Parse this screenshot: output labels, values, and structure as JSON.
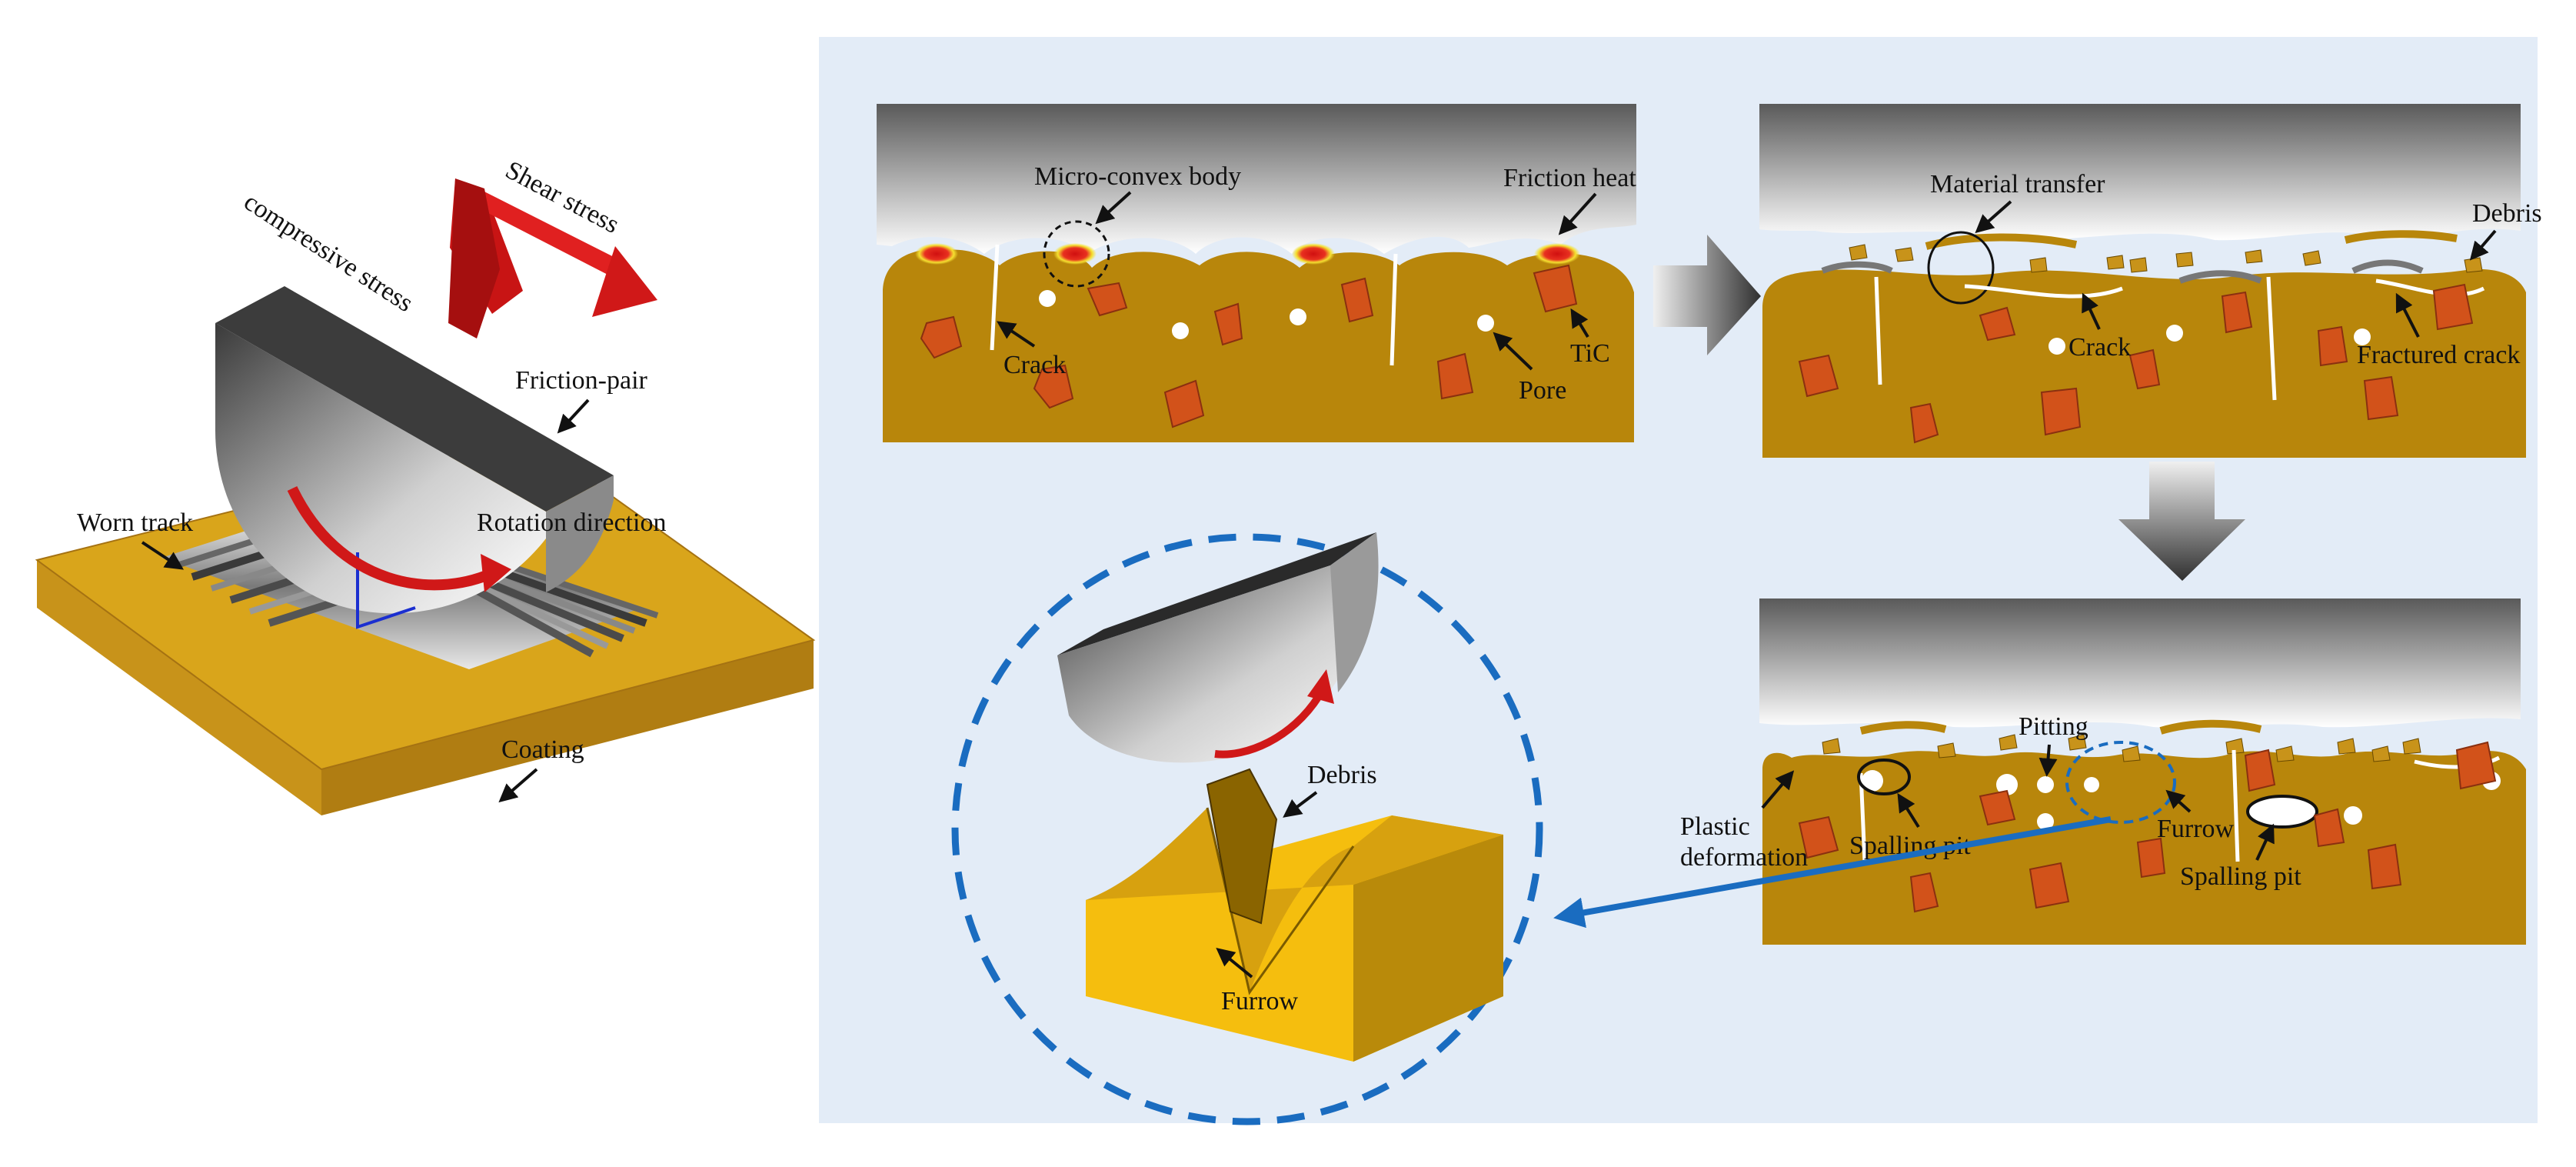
{
  "left_panel": {
    "shear_stress": "Shear stress",
    "compressive_stress": "compressive stress",
    "friction_pair": "Friction-pair",
    "worn_track": "Worn track",
    "rotation_direction": "Rotation direction",
    "coating": "Coating"
  },
  "panel_top_left": {
    "micro_convex_body": "Micro-convex body",
    "friction_heat": "Friction heat",
    "crack": "Crack",
    "tic": "TiC",
    "pore": "Pore"
  },
  "panel_top_right": {
    "material_transfer": "Material transfer",
    "debris": "Debris",
    "crack": "Crack",
    "fractured_crack": "Fractured crack"
  },
  "panel_bottom_right": {
    "pitting": "Pitting",
    "plastic": "Plastic",
    "deformation": "deformation",
    "spalling_pit_1": "Spalling pit",
    "furrow": "Furrow",
    "spalling_pit_2": "Spalling pit"
  },
  "zoom_circle": {
    "debris": "Debris",
    "furrow": "Furrow"
  },
  "colors": {
    "background_panel": "#e3ecf7",
    "coating_gold": "#b8860b",
    "tic_orange": "#d2521a",
    "arrow_blue": "#1a6cc0",
    "stress_red": "#d01818"
  }
}
